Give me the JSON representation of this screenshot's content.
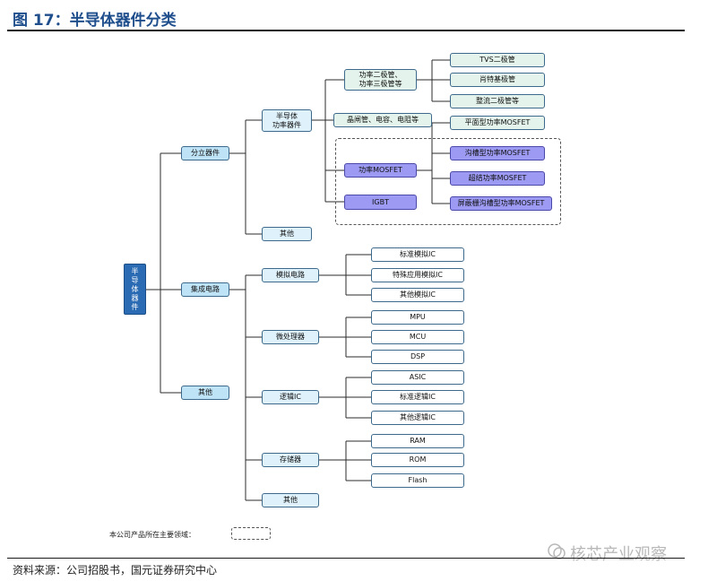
{
  "header": {
    "title": "图 17：半导体器件分类"
  },
  "footer": {
    "source": "资料来源：公司招股书，国元证券研究中心",
    "watermark": "核芯产业观察"
  },
  "legend": {
    "text": "本公司产品所在主要领域："
  },
  "diagram": {
    "root": "半\n导\n体\n器\n件",
    "l1": {
      "discrete": "分立器件",
      "ic": "集成电路",
      "other": "其他"
    },
    "discrete": {
      "power": "半导体\n功率器件",
      "other": "其他",
      "diode": "功率二极管、\n功率三极管等",
      "thyristor": "晶闸管、电容、电阻等",
      "mosfet": "功率MOSFET",
      "igbt": "IGBT",
      "tvs": "TVS二极管",
      "schottky": "肖特基极管",
      "rectifier": "整流二极管等",
      "planar": "平面型功率MOSFET",
      "trench": "沟槽型功率MOSFET",
      "superjunction": "超结功率MOSFET",
      "shielded": "屏蔽栅沟槽型功率MOSFET"
    },
    "ic": {
      "analog": "模拟电路",
      "micro": "微处理器",
      "logic": "逻辑IC",
      "memory": "存储器",
      "other": "其他",
      "std_analog": "标准模拟IC",
      "special_analog": "特殊应用模拟IC",
      "other_analog": "其他模拟IC",
      "mpu": "MPU",
      "mcu": "MCU",
      "dsp": "DSP",
      "asic": "ASIC",
      "std_logic": "标准逻辑IC",
      "other_logic": "其他逻辑IC",
      "ram": "RAM",
      "rom": "ROM",
      "flash": "Flash"
    }
  }
}
